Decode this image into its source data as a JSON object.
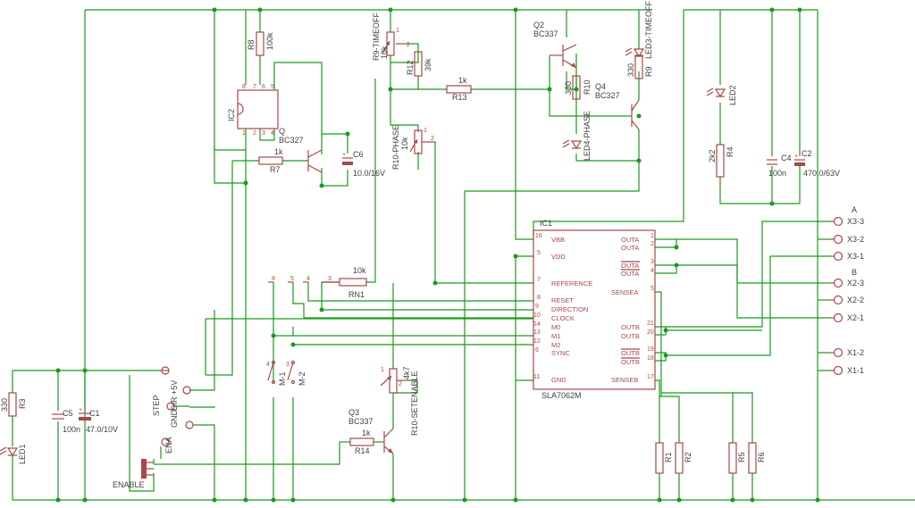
{
  "components": {
    "R8": {
      "name": "R8",
      "value": "100k"
    },
    "IC2": {
      "name": "IC2"
    },
    "Q": {
      "name": "Q",
      "value": "BC327"
    },
    "R7": {
      "name": "R7",
      "value": "1k"
    },
    "C6": {
      "name": "C6",
      "value": "10.0/16V"
    },
    "R9T": {
      "name": "R9-TIMEOFF",
      "value": "10k"
    },
    "R12": {
      "name": "R12",
      "value": "39k"
    },
    "R13": {
      "name": "R13",
      "value": "1k"
    },
    "R10P": {
      "name": "R10-PHASE",
      "value": "10k"
    },
    "Q2": {
      "name": "Q2",
      "value": "BC337"
    },
    "R10": {
      "name": "R10",
      "value": "330"
    },
    "Q4": {
      "name": "Q4",
      "value": "BC327"
    },
    "R9": {
      "name": "R9",
      "value": "330"
    },
    "LED3": {
      "name": "LED3-TIMEOFF"
    },
    "LED4": {
      "name": "LED4-PHASE"
    },
    "LED2": {
      "name": "LED2"
    },
    "R4": {
      "name": "R4",
      "value": "2k2"
    },
    "C4": {
      "name": "C4",
      "value": "100n"
    },
    "C2": {
      "name": "C2",
      "value": "470.0/63V"
    },
    "RN1": {
      "name": "RN1",
      "value": "10k"
    },
    "IC1": {
      "name": "IC1",
      "part": "SLA7062M"
    },
    "R3": {
      "name": "R3",
      "value": "330"
    },
    "LED1": {
      "name": "LED1"
    },
    "C5": {
      "name": "C5",
      "value": "100n"
    },
    "C1": {
      "name": "C1",
      "value": "47.0/10V"
    },
    "Q3": {
      "name": "Q3",
      "value": "BC337"
    },
    "R14": {
      "name": "R14",
      "value": "1k"
    },
    "R10S": {
      "name": "R10-SETENABLE",
      "value": "4k7"
    },
    "M1": {
      "name": "M-1"
    },
    "M2": {
      "name": "M-2"
    },
    "R1": {
      "name": "R1"
    },
    "R2": {
      "name": "R2"
    },
    "R5": {
      "name": "R5"
    },
    "R6": {
      "name": "R6"
    }
  },
  "ic1_pins_left": [
    "VBB",
    "VDD",
    "REFERENCE",
    "RESET",
    "DIRECTION",
    "CLOCK",
    "M0",
    "M1",
    "M2",
    "SYNC",
    "GND"
  ],
  "ic1_pins_right": [
    "OUTA",
    "OUTA",
    "OUTA",
    "OUTA",
    "SENSEA",
    "OUTB",
    "OUTB",
    "OUTB",
    "OUTB",
    "SENSEB"
  ],
  "connector_labels": {
    "v5": "+5V",
    "dir": "DIR",
    "step": "STEP",
    "gnd": "GND",
    "ena": "ENA",
    "enable": "ENABLE"
  },
  "outputs": {
    "group_a": "A",
    "group_b": "B",
    "terminals": [
      "X3-3",
      "X3-2",
      "X3-1",
      "X2-3",
      "X2-2",
      "X2-1",
      "X1-2",
      "X1-1"
    ]
  },
  "colors": {
    "wire": "#1a9a1a",
    "part": "#a84848",
    "text": "#404040"
  }
}
